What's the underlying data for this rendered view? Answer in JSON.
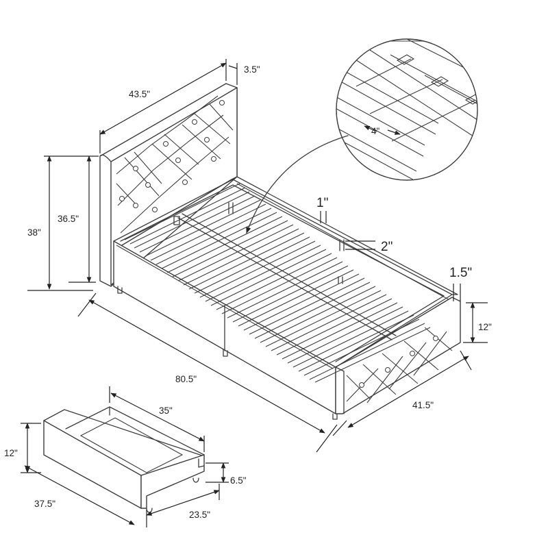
{
  "dimensions": {
    "headboard_width": "43.5\"",
    "headboard_thickness": "3.5\"",
    "total_height": "38\"",
    "headboard_height": "36.5\"",
    "bed_length": "80.5\"",
    "bed_width": "41.5\"",
    "footboard_height": "12\"",
    "footboard_thickness": "1.5\"",
    "slat_thickness": "1\"",
    "slat_width": "2\"",
    "slat_gap": "4\"",
    "drawer_length": "37.5\"",
    "drawer_inner_length": "35\"",
    "drawer_height": "12\"",
    "drawer_inner_height": "6.5\"",
    "drawer_width": "23.5\""
  }
}
